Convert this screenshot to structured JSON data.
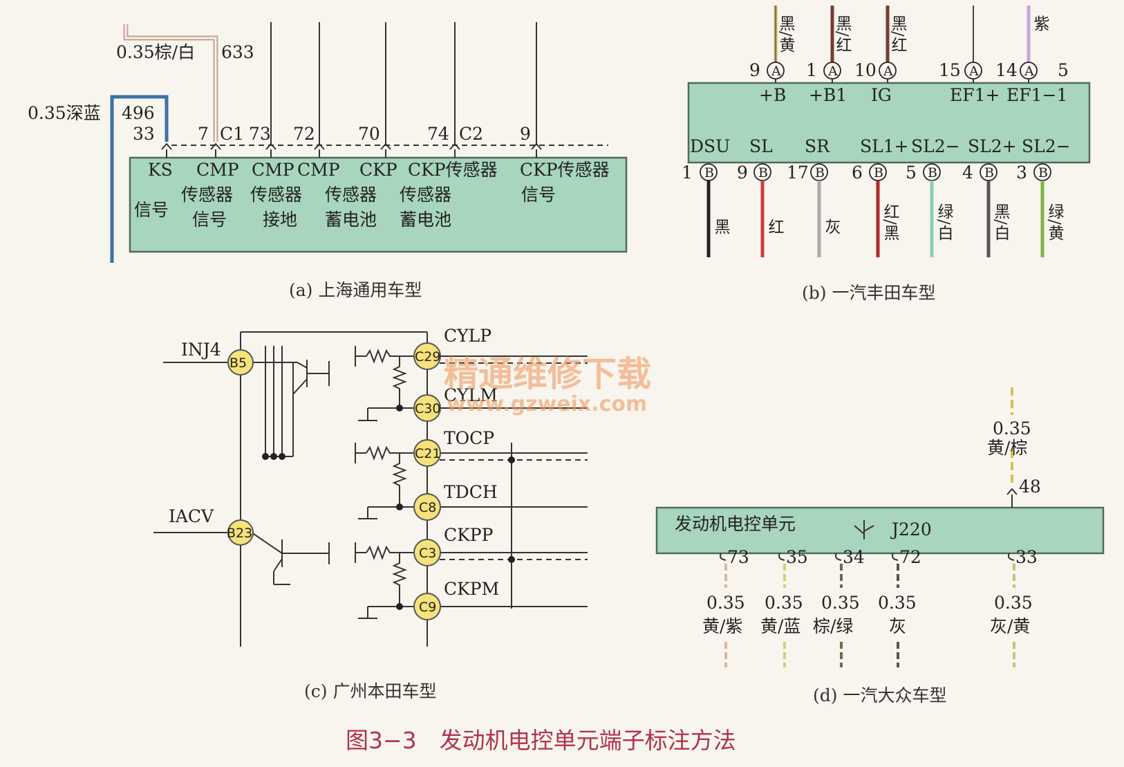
{
  "figure_caption": "图3−3　发动机电控单元端子标注方法",
  "watermark": {
    "line1": "精通维修下载",
    "line2": "www.gzweix.com"
  },
  "panel_a": {
    "caption": "(a) 上海通用车型",
    "wire_top": "0.35棕/白",
    "wire_top_circuit": "633",
    "wire_left": "0.35深蓝",
    "wire_left_circuit": "496",
    "pins": [
      "33",
      "7",
      "C1",
      "73",
      "72",
      "70",
      "74",
      "C2",
      "9"
    ],
    "labels": [
      "KS",
      "信号",
      "CMP",
      "传感器",
      "信号",
      "CMP",
      "传感器",
      "接地",
      "CMP",
      "传感器",
      "蓄电池",
      "CKP",
      "传感器",
      "蓄电池",
      "CKP传感器",
      "CKP传感器",
      "信号"
    ]
  },
  "panel_b": {
    "caption": "(b) 一汽丰田车型",
    "top_pins": [
      {
        "num": "9",
        "conn": "A",
        "color": "黑/黄",
        "label": "+B",
        "hex": "#c9b46a"
      },
      {
        "num": "1",
        "conn": "A",
        "color": "黑/红",
        "label": "+B1",
        "hex": "#7a3d30"
      },
      {
        "num": "10",
        "conn": "A",
        "color": "黑/红",
        "label": "IG",
        "hex": "#7a3d30"
      },
      {
        "num": "15",
        "conn": "A",
        "color": "",
        "label": "EF1+",
        "hex": "#444444"
      },
      {
        "num": "14",
        "conn": "A",
        "color": "紫",
        "label": "EF1−1",
        "hex": "#c7a6d6"
      }
    ],
    "top_extra": "5",
    "bottom_pins": [
      {
        "num": "1",
        "conn": "B",
        "label": "DSU",
        "color": "黑",
        "hex": "#222222"
      },
      {
        "num": "9",
        "conn": "B",
        "label": "SL",
        "color": "红",
        "hex": "#d23a3a"
      },
      {
        "num": "17",
        "conn": "B",
        "label": "SR",
        "color": "灰",
        "hex": "#aaaaaa"
      },
      {
        "num": "6",
        "conn": "B",
        "label": "SL1+",
        "color": "红/黑",
        "hex": "#b02a2a"
      },
      {
        "num": "5",
        "conn": "B",
        "label": "SL2−",
        "color": "绿/白",
        "hex": "#8ccfb0"
      },
      {
        "num": "4",
        "conn": "B",
        "label": "SL2+",
        "color": "黑/白",
        "hex": "#555555"
      },
      {
        "num": "3",
        "conn": "B",
        "label": "SL2−",
        "color": "绿/黄",
        "hex": "#7fb44a"
      }
    ]
  },
  "panel_c": {
    "caption": "(c) 广州本田车型",
    "left_labels": [
      "INJ4",
      "IACV"
    ],
    "left_pins": [
      "B5",
      "B23"
    ],
    "right_pins": [
      "C29",
      "C30",
      "C21",
      "C8",
      "C3",
      "C9"
    ],
    "right_labels": [
      "CYLP",
      "CYLM",
      "TOCP",
      "TDCH",
      "CKPP",
      "CKPM"
    ]
  },
  "panel_d": {
    "caption": "(d) 一汽大众车型",
    "unit_label": "发动机电控单元",
    "unit_id": "J220",
    "top_wire": {
      "size": "0.35",
      "color": "黄/棕",
      "pin": "48",
      "hex": "#d8c24a"
    },
    "bottom_wires": [
      {
        "pin": "73",
        "size": "0.35",
        "color": "黄/紫",
        "hex": "#d9b89a"
      },
      {
        "pin": "35",
        "size": "0.35",
        "color": "黄/蓝",
        "hex": "#c9d47a"
      },
      {
        "pin": "34",
        "size": "0.35",
        "color": "棕/绿",
        "hex": "#6f6a4a"
      },
      {
        "pin": "72",
        "size": "0.35",
        "color": "灰",
        "hex": "#555555"
      },
      {
        "pin": "33",
        "size": "0.35",
        "color": "灰/黄",
        "hex": "#cbbf7a"
      }
    ]
  }
}
